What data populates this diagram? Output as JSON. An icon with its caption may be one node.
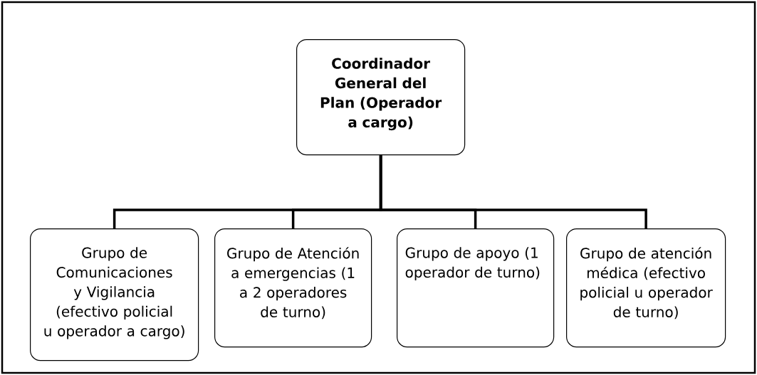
{
  "diagram": {
    "nodes": [
      {
        "text": [
          "Coordinador General del Plan (Operador a cargo)"
        ]
      },
      {
        "text": [
          "Grupo de Comunicaciones y Vigilancia (efectivo policial u operador a cargo)"
        ]
      },
      {
        "text": [
          "Grupo de Atención a emergencias (1 a 2 operadores de turno)"
        ]
      },
      {
        "text": [
          "Grupo de apoyo (1 operador de turno)"
        ]
      },
      {
        "text": [
          "Grupo de atención médica (efectivo policial u operador de turno)"
        ]
      }
    ],
    "edges": [
      {
        "from": 0,
        "to": 1,
        "arrow": "none"
      },
      {
        "from": 0,
        "to": 2,
        "arrow": "none"
      },
      {
        "from": 0,
        "to": 3,
        "arrow": "none"
      },
      {
        "from": 0,
        "to": 4,
        "arrow": "none"
      }
    ]
  }
}
